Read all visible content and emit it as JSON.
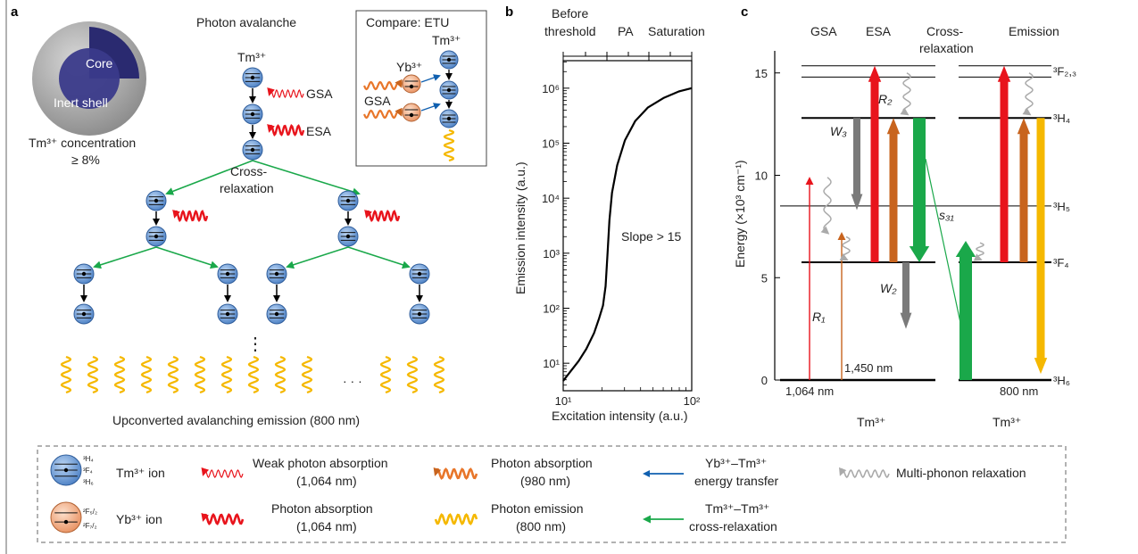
{
  "panels": {
    "a": "a",
    "b": "b",
    "c": "c"
  },
  "panel_a": {
    "core_label": "Core",
    "shell_label": "Inert shell",
    "concentration_line1": "Tm³⁺ concentration",
    "concentration_line2": "≥ 8%",
    "title": "Photon avalanche",
    "tm_label": "Tm³⁺",
    "gsa": "GSA",
    "esa": "ESA",
    "cross_relax_1": "Cross-",
    "cross_relax_2": "relaxation",
    "etu_title": "Compare: ETU",
    "etu_tm": "Tm³⁺",
    "etu_yb": "Yb³⁺",
    "etu_gsa": "GSA",
    "vertical_dots": "⋮",
    "horizontal_dots": "· · ·",
    "emission_caption": "Upconverted avalanching emission (800 nm)"
  },
  "panel_b": {
    "top_labels": [
      "Before threshold",
      "PA",
      "Saturation"
    ],
    "xlabel": "Excitation intensity (a.u.)",
    "ylabel": "Emission intensity (a.u.)",
    "x_ticks": [
      "10¹",
      "10²"
    ],
    "y_ticks": [
      "10¹",
      "10²",
      "10³",
      "10⁴",
      "10⁵",
      "10⁶"
    ],
    "slope_annotation": "Slope > 15"
  },
  "panel_c": {
    "columns": [
      "GSA",
      "ESA",
      "Cross-relaxation",
      "Emission"
    ],
    "ylabel": "Energy (×10³ cm⁻¹)",
    "y_ticks": [
      "0",
      "5",
      "10",
      "15"
    ],
    "levels": [
      "³F₂,₃",
      "³H₄",
      "³H₅",
      "³F₄",
      "³H₆"
    ],
    "rates": {
      "R1": "R₁",
      "R2": "R₂",
      "W2": "W₂",
      "W3": "W₃",
      "s31": "s₃₁"
    },
    "wavelength_1064": "1,064 nm",
    "wavelength_1450": "1,450 nm",
    "wavelength_800": "800 nm",
    "ion_label_left": "Tm³⁺",
    "ion_label_right": "Tm³⁺"
  },
  "legend": {
    "tm_ion": "Tm³⁺ ion",
    "yb_ion": "Yb³⁺ ion",
    "tm_levels": [
      "³H₄",
      "³F₄",
      "³H₆"
    ],
    "yb_levels": [
      "²F₅/₂",
      "²F₇/₂"
    ],
    "weak_abs_1": "Weak photon absorption",
    "weak_abs_2": "(1,064 nm)",
    "abs_1064_1": "Photon absorption",
    "abs_1064_2": "(1,064 nm)",
    "abs_980_1": "Photon absorption",
    "abs_980_2": "(980 nm)",
    "emission_1": "Photon emission",
    "emission_2": "(800 nm)",
    "et_1": "Yb³⁺–Tm³⁺",
    "et_2": "energy transfer",
    "cr_1": "Tm³⁺–Tm³⁺",
    "cr_2": "cross-relaxation",
    "multiphonon": "Multi-phonon relaxation"
  },
  "colors": {
    "ion_blue": "#5b8fd0",
    "yb_orange": "#f0a070",
    "red": "#e8141c",
    "orange_arrow": "#c8641e",
    "green": "#1aa84a",
    "yellow": "#f5b800",
    "gray": "#7a7a7a",
    "blue_arrow": "#1060b0"
  }
}
